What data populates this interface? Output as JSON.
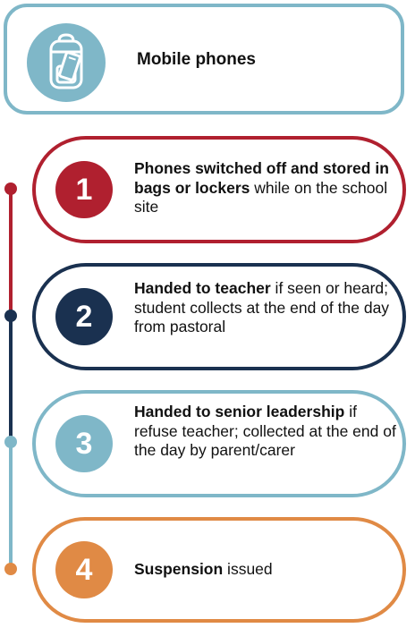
{
  "header": {
    "title": "Mobile phones",
    "icon": "backpack-with-phone-icon",
    "accent_color": "#7fb7c8"
  },
  "steps": [
    {
      "number": "1",
      "bold": "Phones switched off and stored in bags or lockers",
      "rest": " while on the school site",
      "color": "#b0202f"
    },
    {
      "number": "2",
      "bold": "Handed to teacher",
      "rest": " if seen or heard; student collects at the end of the day from pastoral",
      "color": "#1a3150"
    },
    {
      "number": "3",
      "bold": "Handed to senior leadership",
      "rest": " if refuse teacher; collected at the end of the day by parent/carer",
      "color": "#7fb7c8"
    },
    {
      "number": "4",
      "bold": "Suspension",
      "rest": " issued",
      "color": "#e08a45"
    }
  ]
}
